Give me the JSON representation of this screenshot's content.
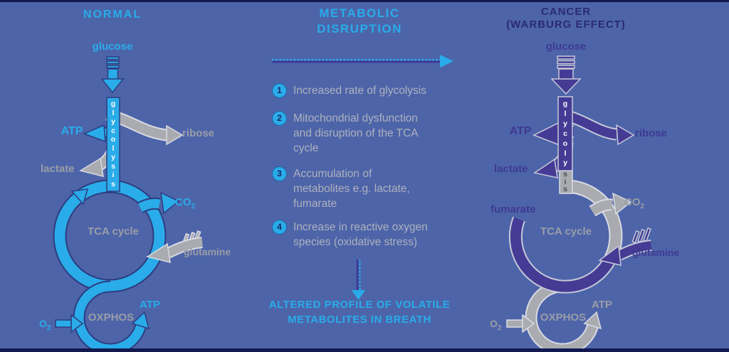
{
  "colors": {
    "background": "#4d64a9",
    "edge_strip": "#121950",
    "cyan_accent": "#29ace9",
    "gray_arrow": "#a9abb0",
    "gray_text": "#9a9da6",
    "list_text": "#aeb1bd",
    "purple_arrow": "#453b95",
    "dark_title": "#2b2a72",
    "number_text": "#1d2366"
  },
  "left": {
    "title": "NORMAL",
    "glucose": "glucose",
    "glycolysis": "glycolysis",
    "atp_top": "ATP",
    "ribose": "ribose",
    "lactate": "lactate",
    "co2": "CO",
    "co2_sub": "2",
    "tca": "TCA cycle",
    "glutamine": "glutamine",
    "oxphos": "OXPHOS",
    "atp_bottom": "ATP",
    "o2": "O",
    "o2_sub": "2"
  },
  "middle": {
    "title_line1": "METABOLIC",
    "title_line2": "DISRUPTION",
    "items": [
      {
        "num": "1",
        "lines": [
          "Increased rate of glycolysis"
        ]
      },
      {
        "num": "2",
        "lines": [
          "Mitochondrial dysfunction",
          "and disruption of the TCA",
          "cycle"
        ]
      },
      {
        "num": "3",
        "lines": [
          "Accumulation of",
          "metabolites e.g. lactate,",
          "fumarate"
        ]
      },
      {
        "num": "4",
        "lines": [
          "Increase in reactive oxygen",
          "species (oxidative stress)"
        ]
      }
    ],
    "outcome_line1": "ALTERED PROFILE OF VOLATILE",
    "outcome_line2": "METABOLITES IN BREATH"
  },
  "right": {
    "title_line1": "CANCER",
    "title_line2": "(WARBURG EFFECT)",
    "glucose": "glucose",
    "glycolysis_upper": "glycoly",
    "glycolysis_lower": "sis",
    "atp_top": "ATP",
    "ribose": "ribose",
    "lactate": "lactate",
    "fumarate": "fumarate",
    "co2": "CO",
    "co2_sub": "2",
    "tca": "TCA cycle",
    "glutamine": "glutamine",
    "oxphos": "OXPHOS",
    "atp_bottom": "ATP",
    "o2": "O",
    "o2_sub": "2"
  }
}
